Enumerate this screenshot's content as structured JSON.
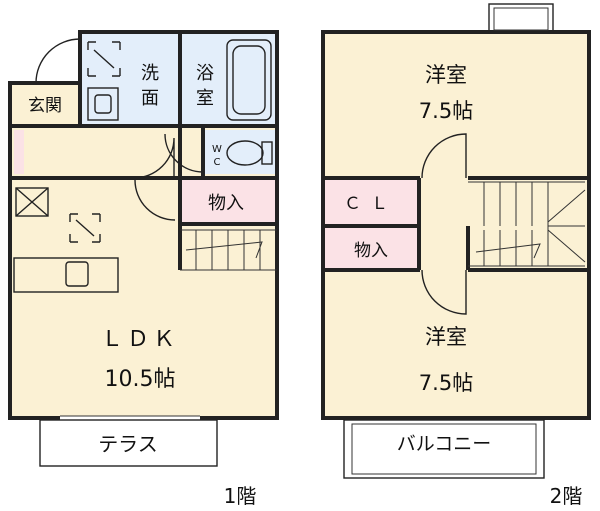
{
  "floor1": {
    "genkan": "玄関",
    "sen_a": "洗",
    "sen_b": "面",
    "yoku_a": "浴",
    "yoku_b": "室",
    "wc_a": "W",
    "wc_b": "C",
    "storage": "物入",
    "ldk_name": "ＬＤＫ",
    "ldk_size": "10.5帖",
    "terrace": "テラス",
    "floor_label": "1階"
  },
  "floor2": {
    "room1_name": "洋室",
    "room1_size": "7.5帖",
    "closet": "ＣＬ",
    "storage": "物入",
    "room2_name": "洋室",
    "room2_size": "7.5帖",
    "balcony": "バルコニー",
    "floor_label": "2階"
  },
  "colors": {
    "wall": "#222222",
    "room_fill": "#fbf1d4",
    "wet_fill": "#e3eefa",
    "storage_fill": "#fbe2e6",
    "hall_fill": "#fbf1d4"
  }
}
